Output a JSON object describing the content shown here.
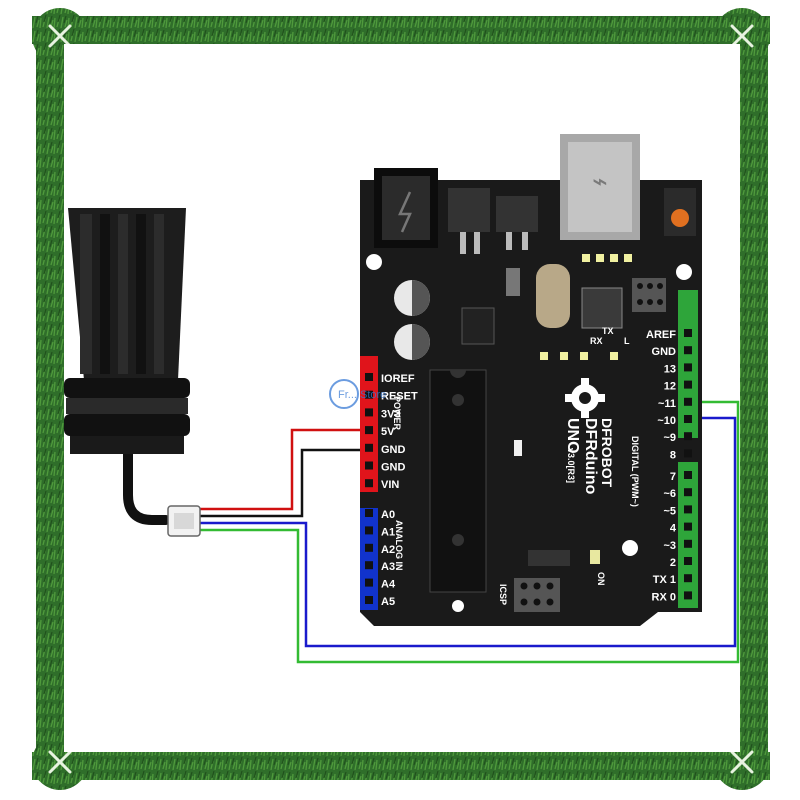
{
  "colors": {
    "frame": "#2f6e2a",
    "board": "#1a1a1a",
    "power_header": "#e0141b",
    "analog_header": "#1133cc",
    "digital_header": "#2ea53a",
    "wire_red": "#d01010",
    "wire_black": "#111111",
    "wire_green": "#33bb33",
    "wire_blue": "#1a1acc"
  },
  "board": {
    "brand": "DFROBOT",
    "model": "DFRduino",
    "variant": "UNO",
    "version": "v3.0[R3]",
    "icsp_label": "ICSP",
    "on_label": "ON",
    "rx_led": "RX",
    "tx_led": "TX",
    "l_led": "L",
    "power_title": "POWER",
    "analog_title": "ANALOG IN",
    "digital_title": "DIGITAL (PWM~)",
    "power_pins": [
      "IOREF",
      "RESET",
      "3V3",
      "5V",
      "GND",
      "GND",
      "VIN"
    ],
    "analog_pins": [
      "A0",
      "A1",
      "A2",
      "A3",
      "A4",
      "A5"
    ],
    "digital_top_pins": [
      "AREF",
      "GND",
      "13",
      "12",
      "~11",
      "~10",
      "~9",
      "8"
    ],
    "digital_bottom_pins": [
      "7",
      "~6",
      "~5",
      "4",
      "~3",
      "2",
      "TX 1",
      "RX 0"
    ]
  },
  "watermark": {
    "text": "Fr... Store"
  }
}
